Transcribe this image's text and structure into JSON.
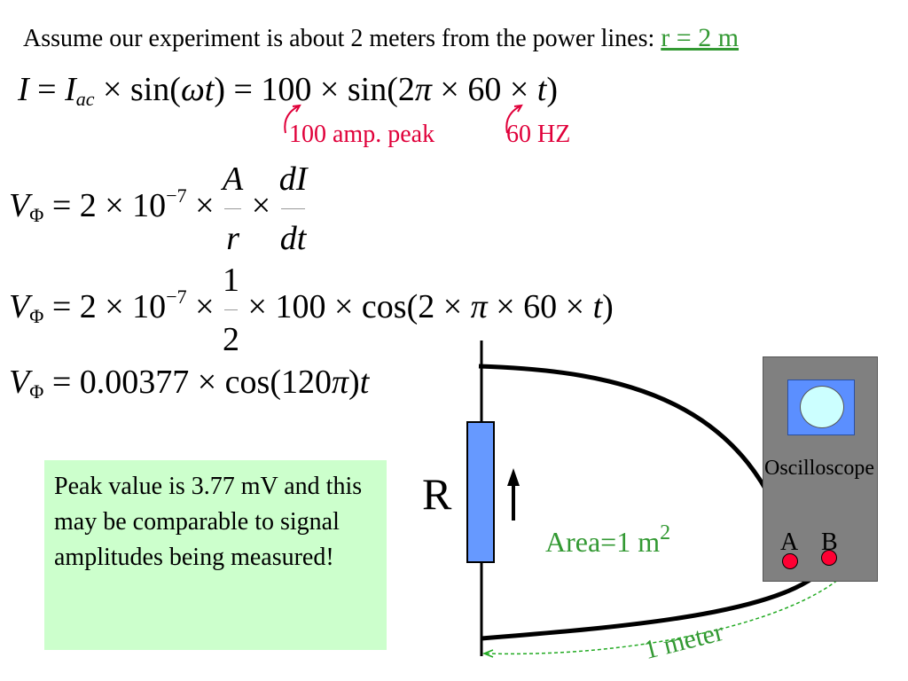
{
  "intro": {
    "text": "Assume our experiment is about 2 meters from the power lines:",
    "r_value": "r = 2 m"
  },
  "eq1": {
    "I": "I",
    "equals": "=",
    "I_base": "I",
    "I_sub": "ac",
    "rhs_a": "× sin(",
    "omega_t": "ωt",
    "rhs_b": ") = 100 × sin(2",
    "pi": "π",
    "rhs_c": " × 60 × ",
    "t": "t",
    "close": ")"
  },
  "annotations": {
    "peak": "100 amp. peak",
    "freq": "60 HZ"
  },
  "eq2": {
    "V": "V",
    "phi": "Φ",
    "mid": " = 2 × 10",
    "exp": "−7",
    "times": " × ",
    "f1_num": "A",
    "f1_den": "r",
    "times2": " × ",
    "f2_num": "dI",
    "f2_den": "dt"
  },
  "eq3": {
    "V": "V",
    "phi": "Φ",
    "mid": " = 2 × 10",
    "exp": "−7",
    "times": " × ",
    "f_num": "1",
    "f_den": "2",
    "rest_a": " × 100 × cos(2 × ",
    "pi": "π",
    "rest_b": " × 60 × ",
    "t": "t",
    "close": ")"
  },
  "eq4": {
    "V": "V",
    "phi": "Φ",
    "mid": " = 0.00377 × cos(120",
    "pi": "π",
    "close": ")",
    "t": "t"
  },
  "note": {
    "text": "Peak value is 3.77 mV and this may be comparable to signal amplitudes being measured!"
  },
  "diagram": {
    "resistor_label": "R",
    "oscilloscope_label": "Oscilloscope",
    "probe_a": "A",
    "probe_b": "B",
    "area_label": "Area=1 m",
    "area_exp": "2",
    "distance_label": "1 meter"
  },
  "colors": {
    "green_text": "#339933",
    "red_annotation": "#e0003a",
    "note_bg": "#ccffcc",
    "resistor_blue": "#6699ff",
    "scope_gray": "#808080",
    "probe_red": "#ff0033"
  }
}
